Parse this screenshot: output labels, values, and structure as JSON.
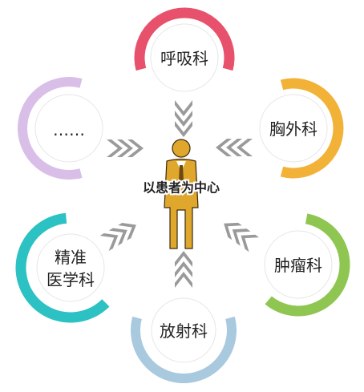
{
  "center": {
    "label": "以患者为中心",
    "figure_color": "#e0a72d"
  },
  "nodes": [
    {
      "id": "respiratory",
      "lines": [
        "呼吸科"
      ],
      "color": "#e8516c"
    },
    {
      "id": "thoracic",
      "lines": [
        "胸外科"
      ],
      "color": "#f2b238"
    },
    {
      "id": "oncology",
      "lines": [
        "肿瘤科"
      ],
      "color": "#8fc652"
    },
    {
      "id": "radiotherapy",
      "lines": [
        "放射科"
      ],
      "color": "#a9c9df"
    },
    {
      "id": "precision",
      "lines": [
        "精准",
        "医学科"
      ],
      "color": "#2cc1c3"
    },
    {
      "id": "more",
      "lines": [
        "……"
      ],
      "color": "#d9bfe8"
    }
  ],
  "arrow_color": "#9a9a9a"
}
